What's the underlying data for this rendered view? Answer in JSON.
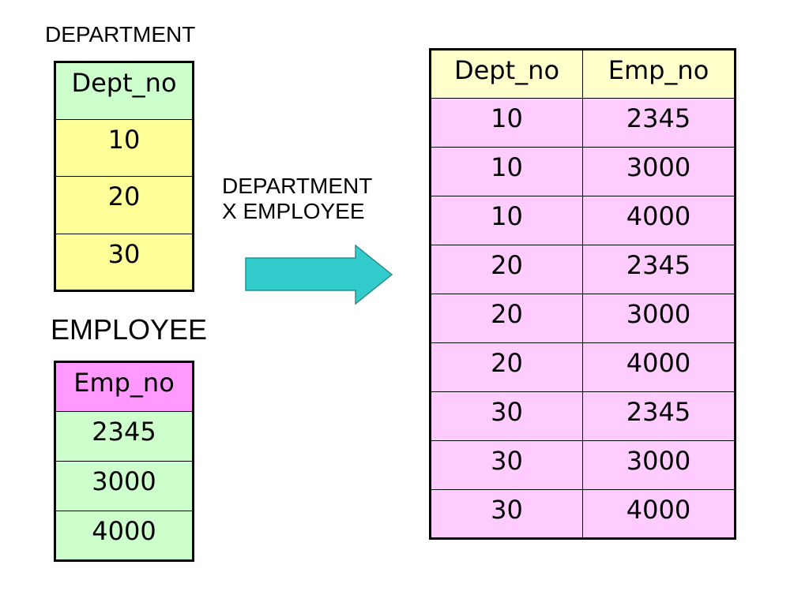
{
  "department": {
    "title": "DEPARTMENT",
    "header": "Dept_no",
    "rows": [
      "10",
      "20",
      "30"
    ]
  },
  "employee": {
    "title": "EMPLOYEE",
    "header": "Emp_no",
    "rows": [
      "2345",
      "3000",
      "4000"
    ]
  },
  "operation": {
    "line1": "DEPARTMENT",
    "line2": "X EMPLOYEE"
  },
  "result": {
    "headers": [
      "Dept_no",
      "Emp_no"
    ],
    "rows": [
      [
        "10",
        "2345"
      ],
      [
        "10",
        "3000"
      ],
      [
        "10",
        "4000"
      ],
      [
        "20",
        "2345"
      ],
      [
        "20",
        "3000"
      ],
      [
        "20",
        "4000"
      ],
      [
        "30",
        "2345"
      ],
      [
        "30",
        "3000"
      ],
      [
        "30",
        "4000"
      ]
    ]
  },
  "colors": {
    "dept_header": "#ccffcc",
    "dept_rows": "#ffff99",
    "emp_header": "#ff99ff",
    "emp_rows": "#ccffcc",
    "result_header": "#ffffcc",
    "result_rows": "#ffccff",
    "arrow_fill": "#33cccc"
  }
}
